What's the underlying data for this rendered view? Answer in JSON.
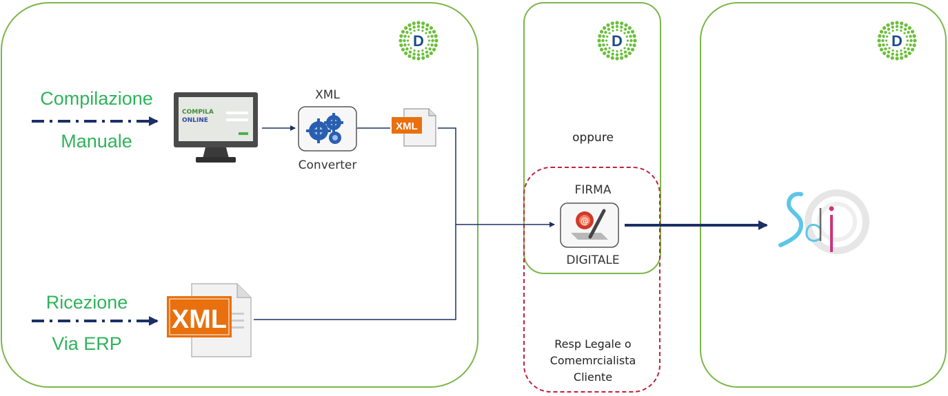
{
  "colors": {
    "box_border": "#7ab648",
    "dashed_border": "#c0203a",
    "arrow": "#1b2f66",
    "label_green": "#2fb35a",
    "xml_orange": "#e8700f",
    "logo_dots": "#6bbf3b",
    "logo_blue": "#1a4c8c"
  },
  "inputs": {
    "manual_line1": "Compilazione",
    "manual_line2": "Manuale",
    "erp_line1": "Ricezione",
    "erp_line2": "Via ERP"
  },
  "monitor": {
    "line1": "COMPILA",
    "line2": "ONLINE"
  },
  "converter": {
    "top_label": "XML",
    "bottom_label": "Converter"
  },
  "xml_file_small": "XML",
  "xml_file_large": "XML",
  "signature": {
    "oppure": "oppure",
    "top_label": "FIRMA",
    "bottom_label": "DIGITALE",
    "signer_line1": "Resp Legale o",
    "signer_line2": "Comemrcialista",
    "signer_line3": "Cliente"
  },
  "logo_letter": "D",
  "icons": [
    "monitor-icon",
    "gears-icon",
    "xml-file-icon",
    "digital-signature-icon",
    "sdi-logo-icon"
  ]
}
